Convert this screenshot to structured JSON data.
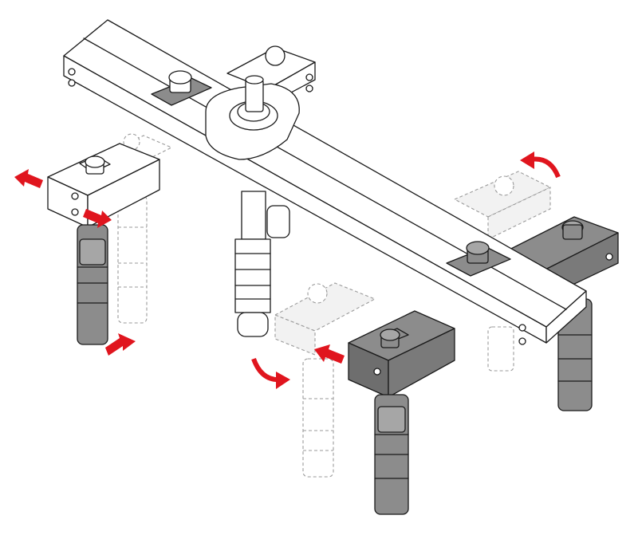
{
  "figure": {
    "background": "#ffffff",
    "frame_color": "#ffffff",
    "outline_color": "#1a1a1a",
    "dark_part_color": "#8c8c8c",
    "mid_part_color": "#c4c4c4",
    "ghost_line_color": "#9a9a9a",
    "arrow_color": "#e0151e"
  },
  "parts": [
    {
      "name": "main-crossbar",
      "style": "outline"
    },
    {
      "name": "center-hub-with-nut",
      "style": "outline"
    },
    {
      "name": "center-threaded-rod",
      "style": "outline"
    },
    {
      "name": "clamp-blocks",
      "style": "dark",
      "count": 2
    },
    {
      "name": "support-arm-left",
      "style": "outline"
    },
    {
      "name": "support-arm-right-back",
      "style": "dark"
    },
    {
      "name": "support-arm-front",
      "style": "dark"
    },
    {
      "name": "support-legs",
      "style": "dark",
      "count": 4
    },
    {
      "name": "ghost-positions",
      "style": "dashed",
      "count": 3
    }
  ],
  "arrows": [
    {
      "name": "arrow-left-out",
      "kind": "straight",
      "icon": "arrow-icon"
    },
    {
      "name": "arrow-left-in",
      "kind": "straight",
      "icon": "arrow-icon"
    },
    {
      "name": "arrow-left-bottom",
      "kind": "straight",
      "icon": "arrow-icon"
    },
    {
      "name": "arrow-rotate-top-right",
      "kind": "curved",
      "icon": "curved-arrow-icon"
    },
    {
      "name": "arrow-rotate-bottom",
      "kind": "curved",
      "icon": "curved-arrow-icon"
    },
    {
      "name": "arrow-center-in",
      "kind": "straight",
      "icon": "arrow-icon"
    }
  ]
}
